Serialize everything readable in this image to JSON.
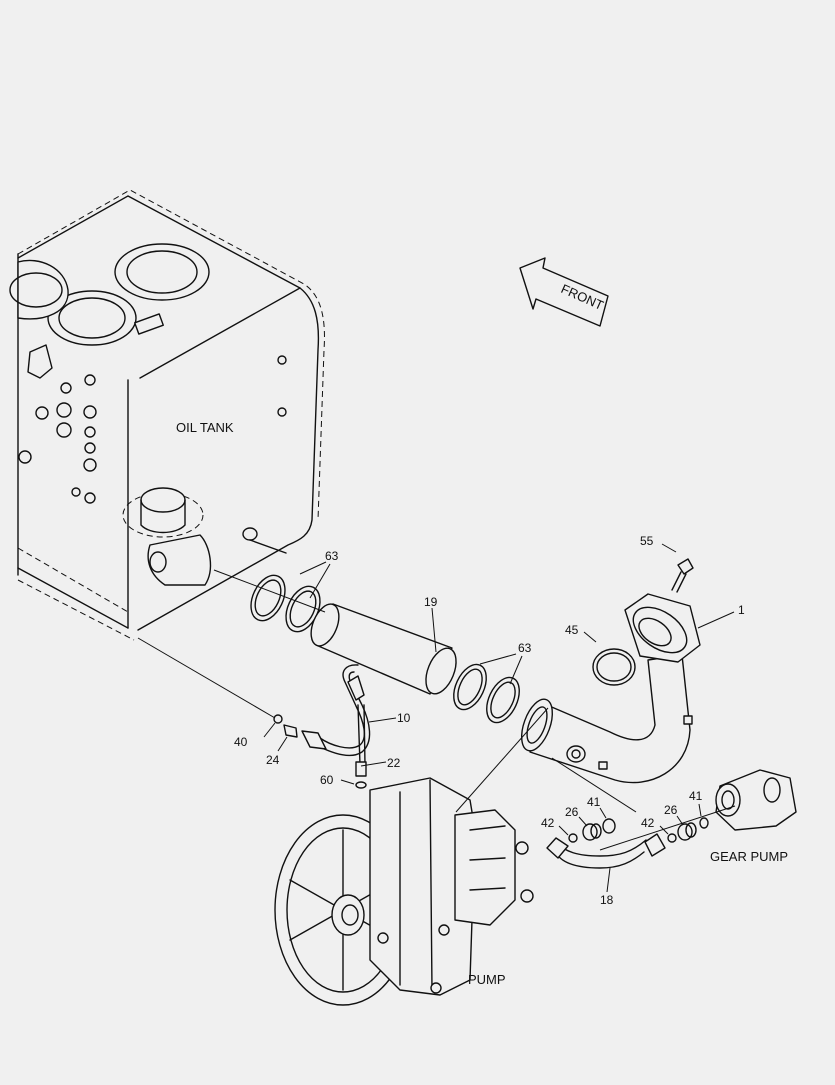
{
  "labels": {
    "oil_tank": "OIL TANK",
    "pump": "PUMP",
    "gear_pump": "GEAR PUMP",
    "front": "FRONT"
  },
  "callouts": {
    "c1": "1",
    "c10": "10",
    "c18": "18",
    "c19": "19",
    "c22": "22",
    "c24": "24",
    "c26a": "26",
    "c26b": "26",
    "c40": "40",
    "c41a": "41",
    "c41b": "41",
    "c42a": "42",
    "c42b": "42",
    "c45": "45",
    "c55": "55",
    "c60": "60",
    "c63a": "63",
    "c63b": "63"
  }
}
